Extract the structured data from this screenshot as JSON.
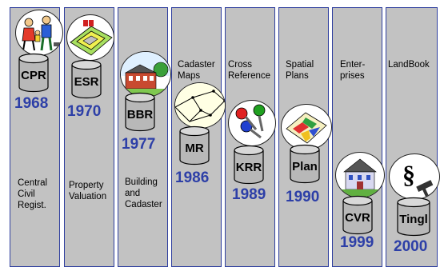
{
  "colors": {
    "column_fill": "#c2c2c2",
    "column_border": "#2f3f9f",
    "year_text": "#2d3fa7"
  },
  "registers": [
    {
      "abbr": "CPR",
      "year": "1968",
      "description": "Central\nCivil\nRegist.",
      "icon": "family-icon"
    },
    {
      "abbr": "ESR",
      "year": "1970",
      "description": "Property\nValuation",
      "icon": "property-plot-icon"
    },
    {
      "abbr": "BBR",
      "year": "1977",
      "description": "Building\nand\nCadaster",
      "icon": "building-icon"
    },
    {
      "abbr": "MR",
      "year": "1986",
      "description": "Cadaster\nMaps",
      "icon": "map-polygon-icon"
    },
    {
      "abbr": "KRR",
      "year": "1989",
      "description": "Cross\nReference",
      "icon": "keys-icon"
    },
    {
      "abbr": "Plan",
      "year": "1990",
      "description": "Spatial\nPlans",
      "icon": "plan-map-icon"
    },
    {
      "abbr": "CVR",
      "year": "1999",
      "description": "Enter-\nprises",
      "icon": "enterprise-building-icon"
    },
    {
      "abbr": "Tingl",
      "year": "2000",
      "description": "LandBook",
      "icon": "law-paragraph-icon"
    }
  ]
}
